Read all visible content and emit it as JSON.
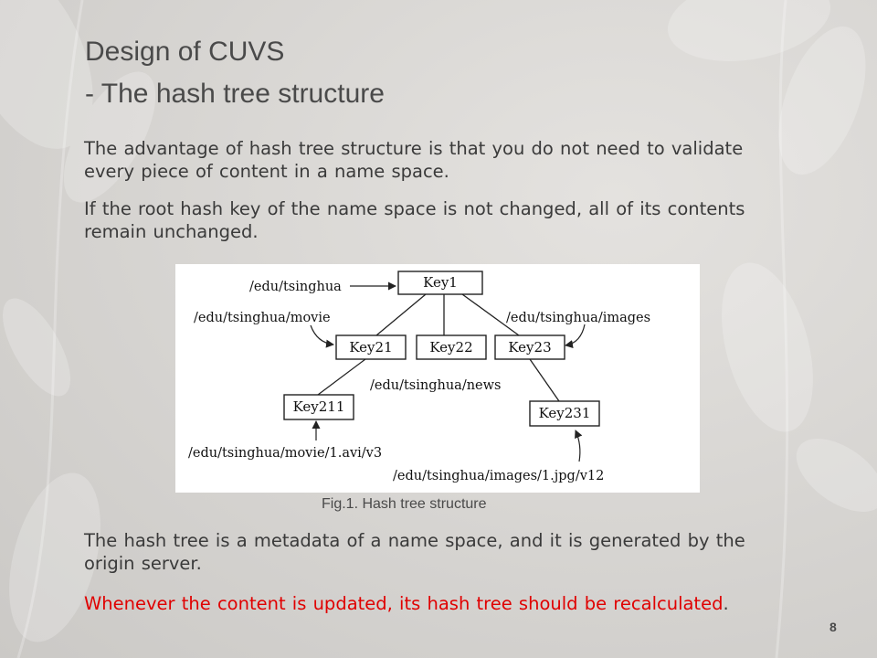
{
  "slide": {
    "title_line1": "Design of CUVS",
    "title_line2": "- The hash tree structure",
    "paragraphs": [
      "The advantage of hash tree structure is that you do not need to validate every piece of content in a name space.",
      "If the root hash key of the name space is not changed, all of its contents remain unchanged.",
      "The hash tree is a metadata of a name space, and it is generated by the origin server."
    ],
    "highlight_text": "Whenever the content is updated, its hash tree should be recalculated",
    "highlight_period": ".",
    "caption": "Fig.1. Hash tree structure",
    "page_number": "8",
    "colors": {
      "text": "#3a3a3a",
      "highlight": "#e00000",
      "title": "#4a4a4a"
    }
  },
  "diagram": {
    "nodes": {
      "key1": "Key1",
      "key21": "Key21",
      "key22": "Key22",
      "key23": "Key23",
      "key211": "Key211",
      "key231": "Key231"
    },
    "paths": {
      "root": "/edu/tsinghua",
      "movie": "/edu/tsinghua/movie",
      "images": "/edu/tsinghua/images",
      "news": "/edu/tsinghua/news",
      "movie_file": "/edu/tsinghua/movie/1.avi/v3",
      "images_file": "/edu/tsinghua/images/1.jpg/v12"
    }
  }
}
